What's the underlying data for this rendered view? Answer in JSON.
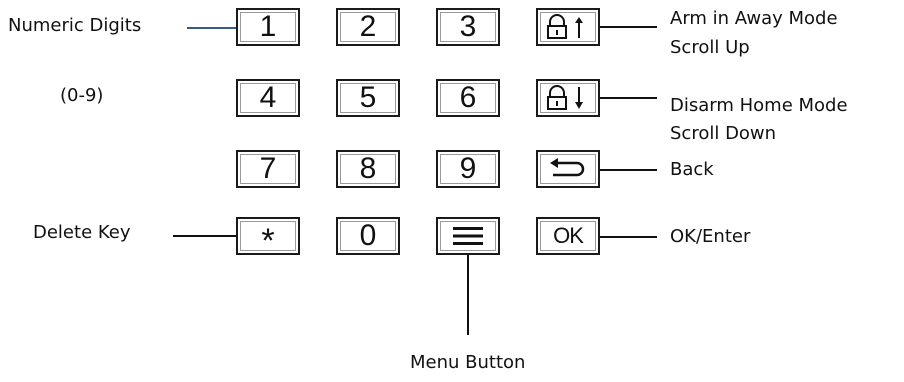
{
  "labels": {
    "numeric_digits": "Numeric Digits",
    "range": "(0-9)",
    "delete_key": "Delete Key",
    "arm_away_line1": "Arm in Away Mode",
    "arm_away_line2": "Scroll Up",
    "disarm_home_line1": "Disarm Home Mode",
    "disarm_home_line2": "Scroll Down",
    "back": "Back",
    "ok_enter": "OK/Enter",
    "menu_button": "Menu Button"
  },
  "keys": {
    "k1": "1",
    "k2": "2",
    "k3": "3",
    "k4": "4",
    "k5": "5",
    "k6": "6",
    "k7": "7",
    "k8": "8",
    "k9": "9",
    "k0": "0",
    "star": "*",
    "ok": "OK"
  },
  "icons": {
    "arm": "lock-arrow-up-icon",
    "disarm": "lock-arrow-down-icon",
    "back": "back-arrow-icon",
    "menu": "menu-icon"
  },
  "colors": {
    "line": "#111111",
    "leader_numeric": "#3b5a8c"
  }
}
